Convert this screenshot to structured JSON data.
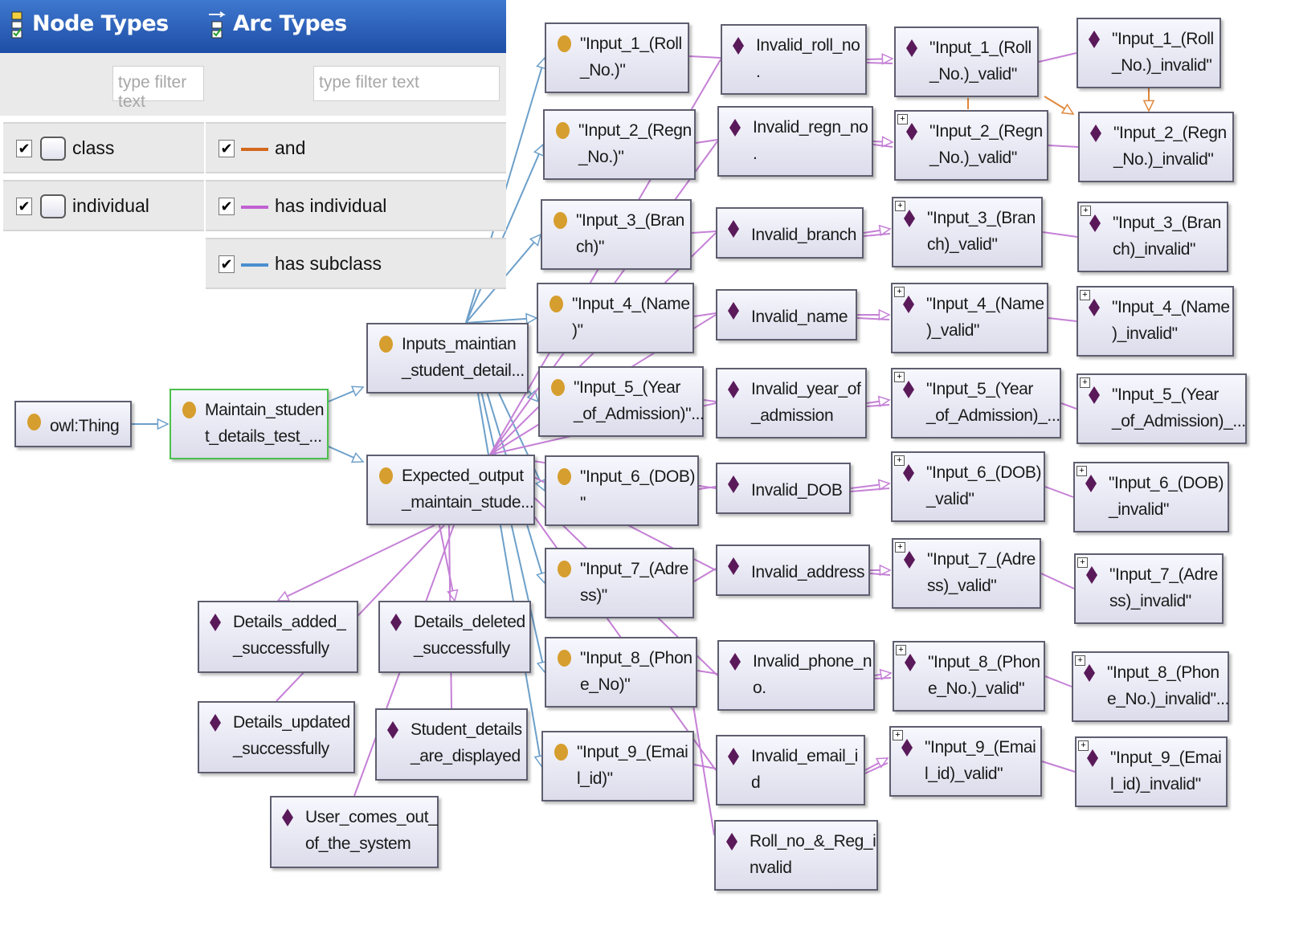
{
  "panel": {
    "node_types_title": "Node Types",
    "arc_types_title": "Arc Types",
    "node_filter_placeholder": "type filter text",
    "arc_filter_placeholder": "type filter text",
    "node_types": [
      {
        "label": "class",
        "checked": "✔"
      },
      {
        "label": "individual",
        "checked": "✔"
      }
    ],
    "arc_types": [
      {
        "label": "and",
        "checked": "✔",
        "color": "#d2691e"
      },
      {
        "label": "has individual",
        "checked": "✔",
        "color": "#c161d2"
      },
      {
        "label": "has subclass",
        "checked": "✔",
        "color": "#4a8fcf"
      }
    ]
  },
  "colors": {
    "class_dot": "#d69e2e",
    "individual_diamond": "#5a1a5a",
    "has_individual": "#c580d6",
    "has_subclass": "#6c9fc9",
    "and": "#e0873a",
    "selected_border": "#4cc04c"
  },
  "graph": {
    "classes": {
      "owl_thing": "owl:Thing",
      "maintain": "Maintain_studen\nt_details_test_...",
      "inputs": "Inputs_maintian\n_student_detail...",
      "expected": "Expected_output\n_maintain_stude..."
    },
    "inputs": [
      "\"Input_1_(Roll\n_No.)\"",
      "\"Input_2_(Regn\n_No.)\"",
      "\"Input_3_(Bran\nch)\"",
      "\"Input_4_(Name\n)\"",
      "\"Input_5_(Year\n_of_Admission)\"...",
      "\"Input_6_(DOB)\n\"",
      "\"Input_7_(Adre\nss)\"",
      "\"Input_8_(Phon\ne_No)\"",
      "\"Input_9_(Emai\nl_id)\""
    ],
    "invalid": [
      "Invalid_roll_no\n.",
      "Invalid_regn_no\n.",
      "Invalid_branch",
      "Invalid_name",
      "Invalid_year_of\n_admission",
      "Invalid_DOB",
      "Invalid_address",
      "Invalid_phone_n\no.",
      "Invalid_email_i\nd",
      "Roll_no_&_Reg_i\nnvalid"
    ],
    "valid": [
      "\"Input_1_(Roll\n_No.)_valid\"",
      "\"Input_2_(Regn\n_No.)_valid\"",
      "\"Input_3_(Bran\nch)_valid\"",
      "\"Input_4_(Name\n)_valid\"",
      "\"Input_5_(Year\n_of_Admission)_...",
      "\"Input_6_(DOB)\n_valid\"",
      "\"Input_7_(Adre\nss)_valid\"",
      "\"Input_8_(Phon\ne_No.)_valid\"",
      "\"Input_9_(Emai\nl_id)_valid\""
    ],
    "invalid_out": [
      "\"Input_1_(Roll\n_No.)_invalid\"",
      "\"Input_2_(Regn\n_No.)_invalid\"",
      "\"Input_3_(Bran\nch)_invalid\"",
      "\"Input_4_(Name\n)_invalid\"",
      "\"Input_5_(Year\n_of_Admission)_...",
      "\"Input_6_(DOB)\n_invalid\"",
      "\"Input_7_(Adre\nss)_invalid\"",
      "\"Input_8_(Phon\ne_No.)_invalid\"...",
      "\"Input_9_(Emai\nl_id)_invalid\""
    ],
    "outputs": [
      "Details_added_\n_successfully",
      "Details_deleted\n_successfully",
      "Details_updated\n_successfully",
      "Student_details\n_are_displayed",
      "User_comes_out_\nof_the_system"
    ]
  }
}
